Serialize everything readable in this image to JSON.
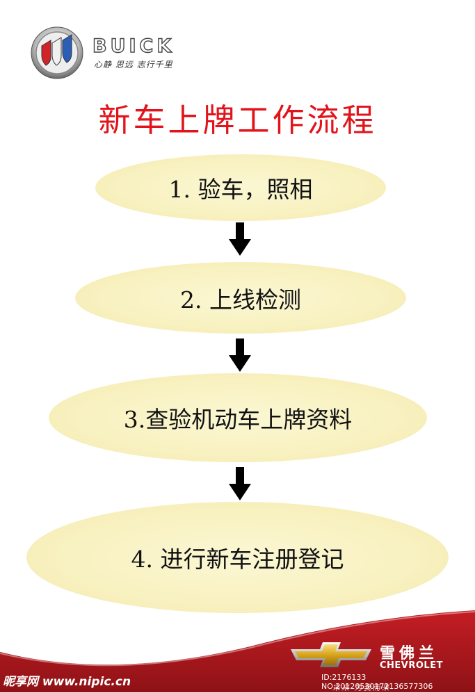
{
  "header": {
    "brand_wordmark": "BUICK",
    "brand_slogan": "心静 思远 志行千里"
  },
  "title": "新车上牌工作流程",
  "steps": [
    {
      "label": "1. 验车，照相"
    },
    {
      "label": "2. 上线检测"
    },
    {
      "label": "3.查验机动车上牌资料"
    },
    {
      "label": "4. 进行新车注册登记"
    }
  ],
  "footer": {
    "chevrolet_cn": "雪佛兰",
    "chevrolet_en": "CHEVROLET",
    "chevrolet_slogan": "未来 为我而来",
    "watermark_site": "昵享网 www.nipic.cn",
    "watermark_id": "ID:2176133 NO:20120530172136577306"
  },
  "colors": {
    "title": "#e2141b",
    "ellipse_fill": "#f8f1c0",
    "arrow": "#000000",
    "footer_red": "#b0171d",
    "chevy_gold": "#d8a51c"
  },
  "icons": {
    "brand_logo": "buick-tri-shield-icon",
    "step_arrow": "arrow-down-icon",
    "chevrolet_logo": "chevrolet-bowtie-icon"
  }
}
